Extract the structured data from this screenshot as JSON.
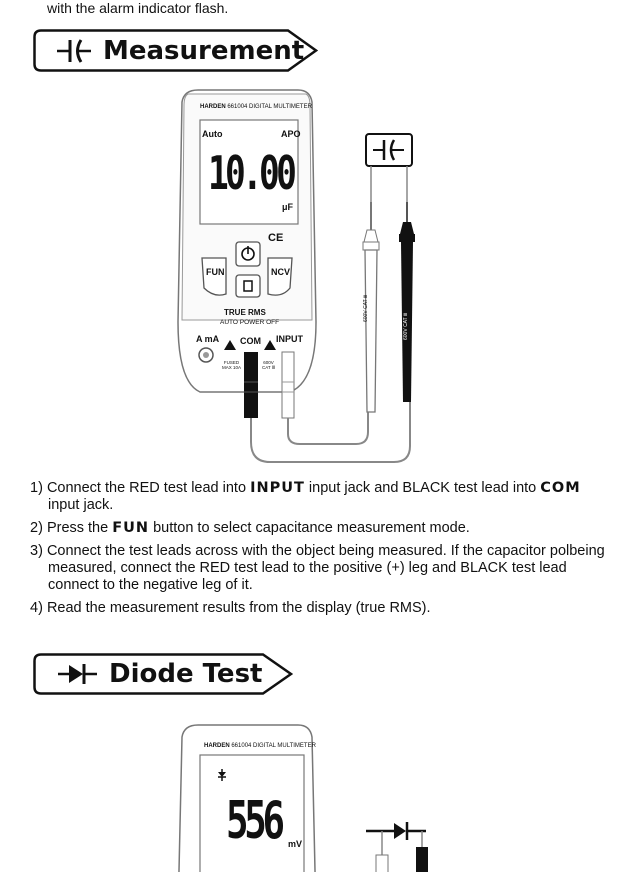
{
  "intro": {
    "text": "with the alarm  indicator flash."
  },
  "sections": {
    "measurement": {
      "title": "Measurement",
      "icon": "capacitor-icon"
    },
    "diode": {
      "title": "Diode Test",
      "icon": "diode-icon"
    }
  },
  "meter1": {
    "brand": "HARDEN",
    "model": "661004  DIGITAL MULTIMETER",
    "auto": "Auto",
    "apo": "APO",
    "reading": "10.00",
    "unit": "μF",
    "ce": "CE",
    "fun": "FUN",
    "ncv": "NCV",
    "true_rms": "TRUE  RMS",
    "auto_power_off": "AUTO POWER OFF",
    "a_ma": "A  mA",
    "com": "COM",
    "input": "INPUT",
    "fused": "FUSED",
    "fused_rating": "MAX 10A",
    "cat_rating": "600V",
    "cat_label": "CAT Ⅲ",
    "probe_label": "600V CAT Ⅲ"
  },
  "steps": [
    {
      "n": "1)",
      "pre": "Connect the RED test lead into ",
      "kw1": "INPUT",
      "mid": " input jack and BLACK test lead into ",
      "kw2": "COM",
      "cont": "input jack."
    },
    {
      "n": "2)",
      "pre": "Press the ",
      "kw1": "FUN",
      "post": " button to select capacitance measurement mode."
    },
    {
      "n": "3)",
      "line1": "Connect the test leads across with  the object being measured. If the capacitor polbeing",
      "line2": "measured, connect  the RED test lead to the positive (+) leg and BLACK  test lead",
      "line3": "connect to  the negative leg of it."
    },
    {
      "n": "4)",
      "text": "Read the measurement results from  the display (true RMS)."
    }
  ],
  "meter2": {
    "brand": "HARDEN",
    "model": "661004  DIGITAL MULTIMETER",
    "reading": "556",
    "unit": "mV"
  }
}
